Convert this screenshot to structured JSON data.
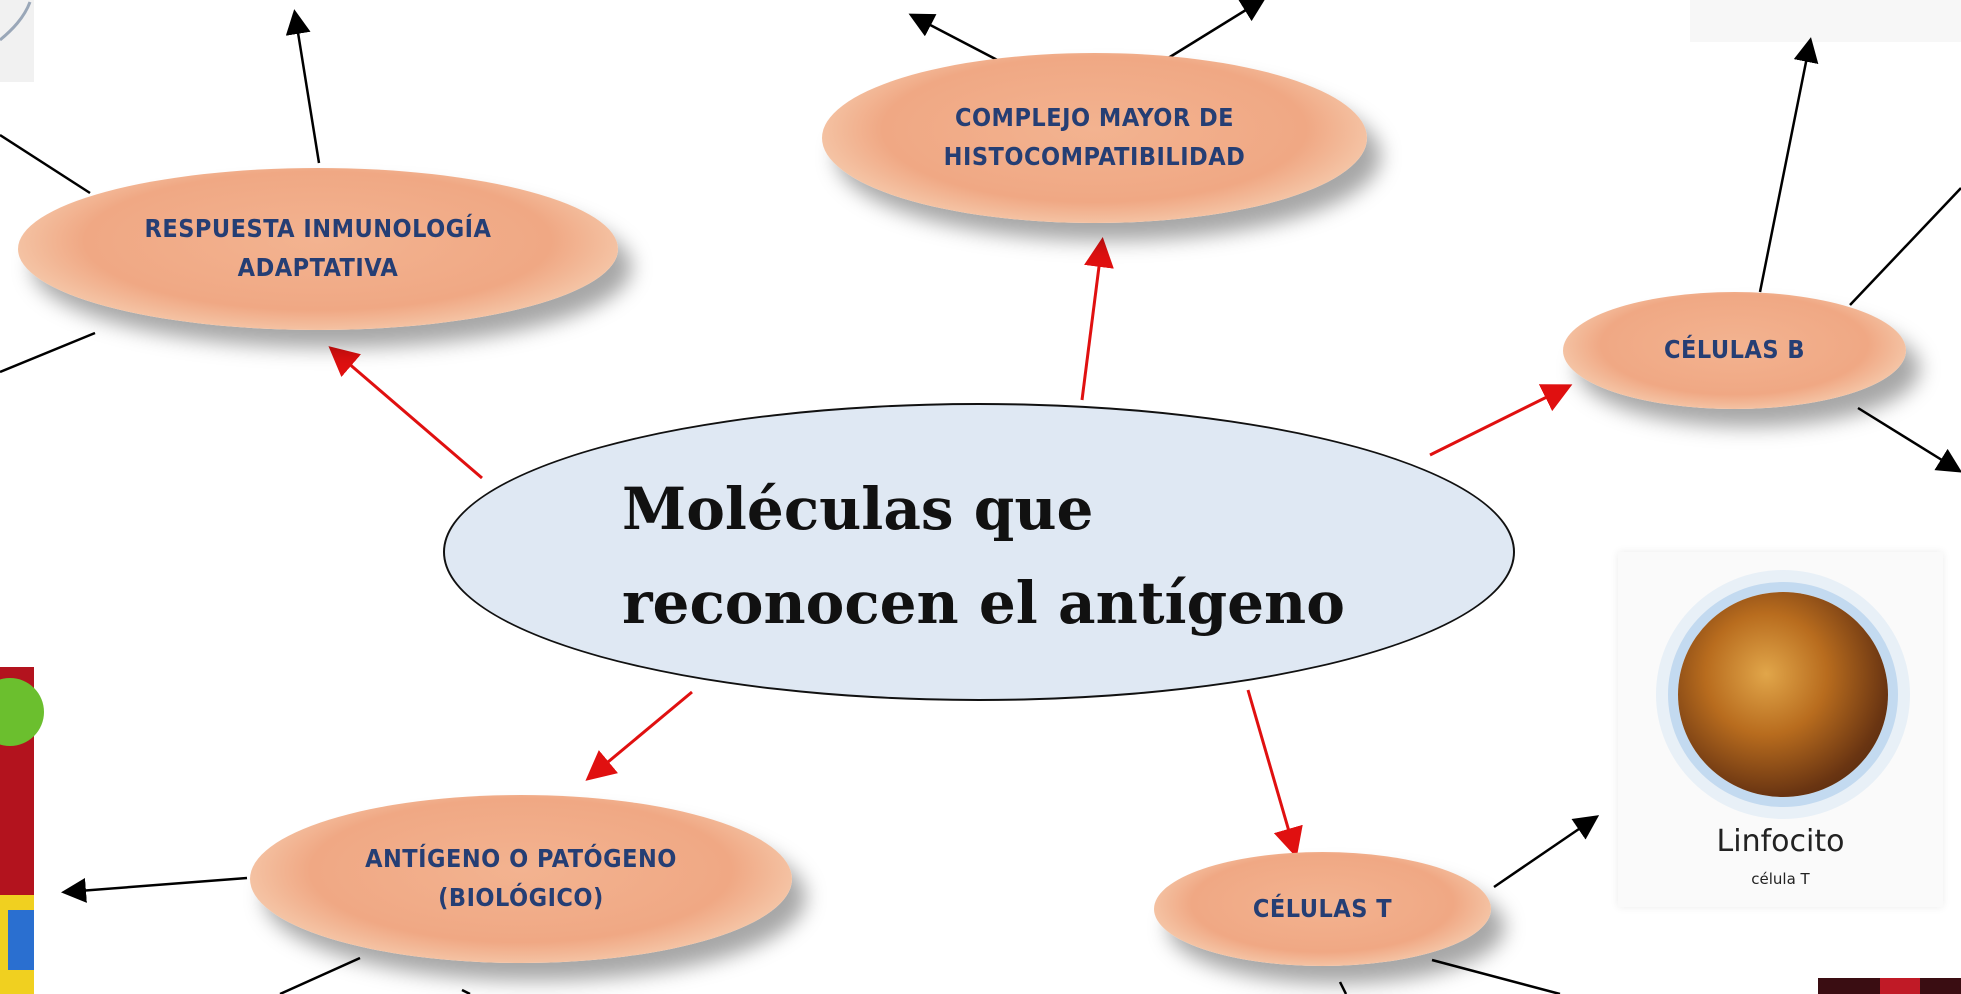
{
  "center": {
    "title": "Moléculas que\nreconocen el antígeno"
  },
  "nodes": {
    "respuesta": "RESPUESTA INMUNOLOGÍA\nADAPTATIVA",
    "complejo": "COMPLEJO MAYOR DE\nHISTOCOMPATIBILIDAD",
    "celulas_b": "CÉLULAS B",
    "antigeno": "ANTÍGENO O PATÓGENO\n(BIOLÓGICO)",
    "celulas_t": "CÉLULAS T"
  },
  "image": {
    "label": "Linfocito",
    "sublabel": "célula T"
  },
  "colors": {
    "node_text": "#253e74",
    "node_fill": "#f0a884",
    "center_fill": "#dfe8f3",
    "red_arrow": "#e01010",
    "black_arrow": "#000000"
  }
}
